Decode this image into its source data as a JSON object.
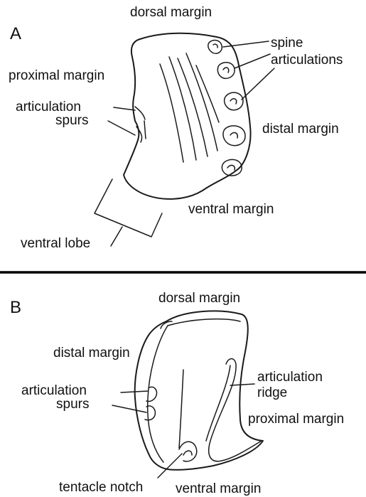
{
  "panel_a": {
    "letter": "A",
    "labels": {
      "dorsal_margin": "dorsal margin",
      "spine": "spine",
      "articulations": "articulations",
      "proximal_margin": "proximal margin",
      "articulation_spurs_1": "articulation",
      "articulation_spurs_2": "spurs",
      "distal_margin": "distal margin",
      "ventral_margin": "ventral margin",
      "ventral_lobe": "ventral lobe"
    }
  },
  "panel_b": {
    "letter": "B",
    "labels": {
      "dorsal_margin": "dorsal margin",
      "distal_margin": "distal margin",
      "articulation_spurs_1": "articulation",
      "articulation_spurs_2": "spurs",
      "articulation_ridge_1": "articulation",
      "articulation_ridge_2": "ridge",
      "proximal_margin": "proximal margin",
      "tentacle_notch": "tentacle notch",
      "ventral_margin": "ventral margin"
    }
  },
  "colors": {
    "ink": "#1a1a1a",
    "background": "#ffffff"
  }
}
